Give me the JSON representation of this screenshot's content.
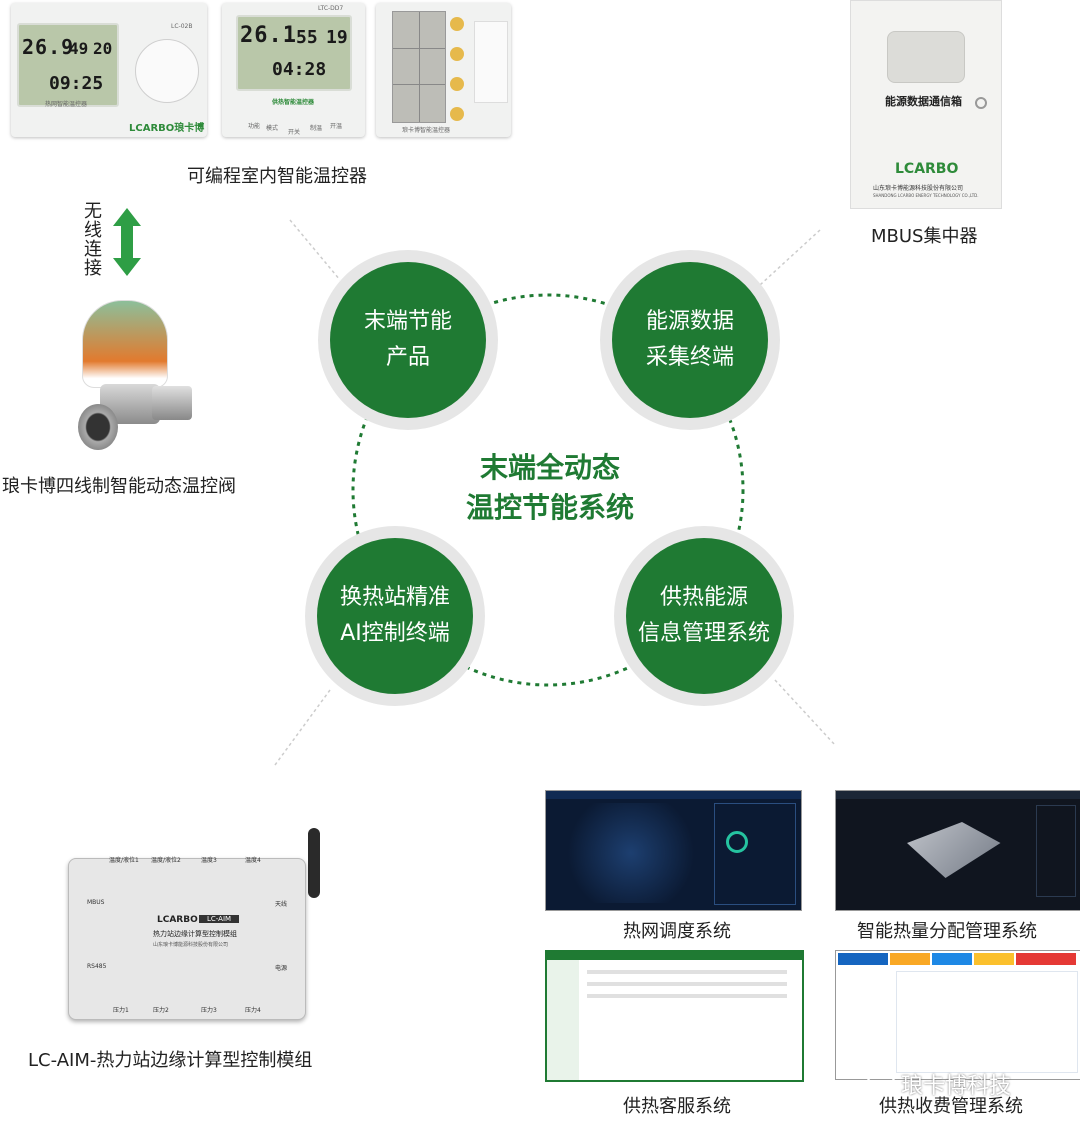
{
  "thermostats": {
    "caption": "可编程室内智能温控器",
    "unit1": {
      "temp": "26.9",
      "humidity": "49",
      "setpoint": "20",
      "time": "09:25",
      "brand": "LCARBO琅卡博",
      "model": "LC-02B",
      "label": "热网智能温控器"
    },
    "unit2": {
      "temp": "26.1",
      "humidity": "55",
      "setpoint": "19",
      "time": "04:28",
      "model": "LTC-DD7",
      "label": "供热智能温控器",
      "buttons": [
        "功能",
        "模式",
        "开关",
        "制温",
        "开温"
      ]
    },
    "unit3": {
      "label": "琅卡博智能温控器"
    }
  },
  "wireless": {
    "label": "无线连接"
  },
  "valve": {
    "caption": "琅卡博四线制智能动态温控阀"
  },
  "concentrator": {
    "caption": "MBUS集中器",
    "box_title": "能源数据通信箱",
    "brand": "LCARBO",
    "company": "山东琅卡博能源科技股份有限公司",
    "company_en": "SHANDONG LCARBO ENERGY TECHNOLOGY CO.,LTD."
  },
  "center": {
    "line1": "末端全动态",
    "line2": "温控节能系统"
  },
  "nodes": {
    "top_left": {
      "line1": "末端节能",
      "line2": "产品"
    },
    "top_right": {
      "line1": "能源数据",
      "line2": "采集终端"
    },
    "bottom_left": {
      "line1": "换热站精准",
      "line2": "AI控制终端"
    },
    "bottom_right": {
      "line1": "供热能源",
      "line2": "信息管理系统"
    }
  },
  "module": {
    "caption": "LC-AIM-热力站边缘计算型控制模组",
    "brand": "LCARBO",
    "model": "LC-AIM",
    "name": "热力站边缘计算型控制模组",
    "company": "山东琅卡博能源科技股份有限公司",
    "top_ports": [
      "温度/液位1",
      "温度/液位2",
      "温度3",
      "温度4"
    ],
    "bottom_ports": [
      "压力1",
      "压力2",
      "压力3",
      "压力4"
    ],
    "side_left": [
      "MBUS",
      "RS485"
    ],
    "side_right": [
      "天线",
      "电源"
    ]
  },
  "screens": {
    "s1": {
      "caption": "热网调度系统"
    },
    "s2": {
      "caption": "智能热量分配管理系统"
    },
    "s3": {
      "caption": "供热客服系统"
    },
    "s4": {
      "caption": "供热收费管理系统"
    }
  },
  "watermark": {
    "text": "琅卡博科技"
  },
  "colors": {
    "green": "#1f7a33",
    "circle_ring": "#e6e6e6",
    "arrow": "#2e9e45"
  }
}
